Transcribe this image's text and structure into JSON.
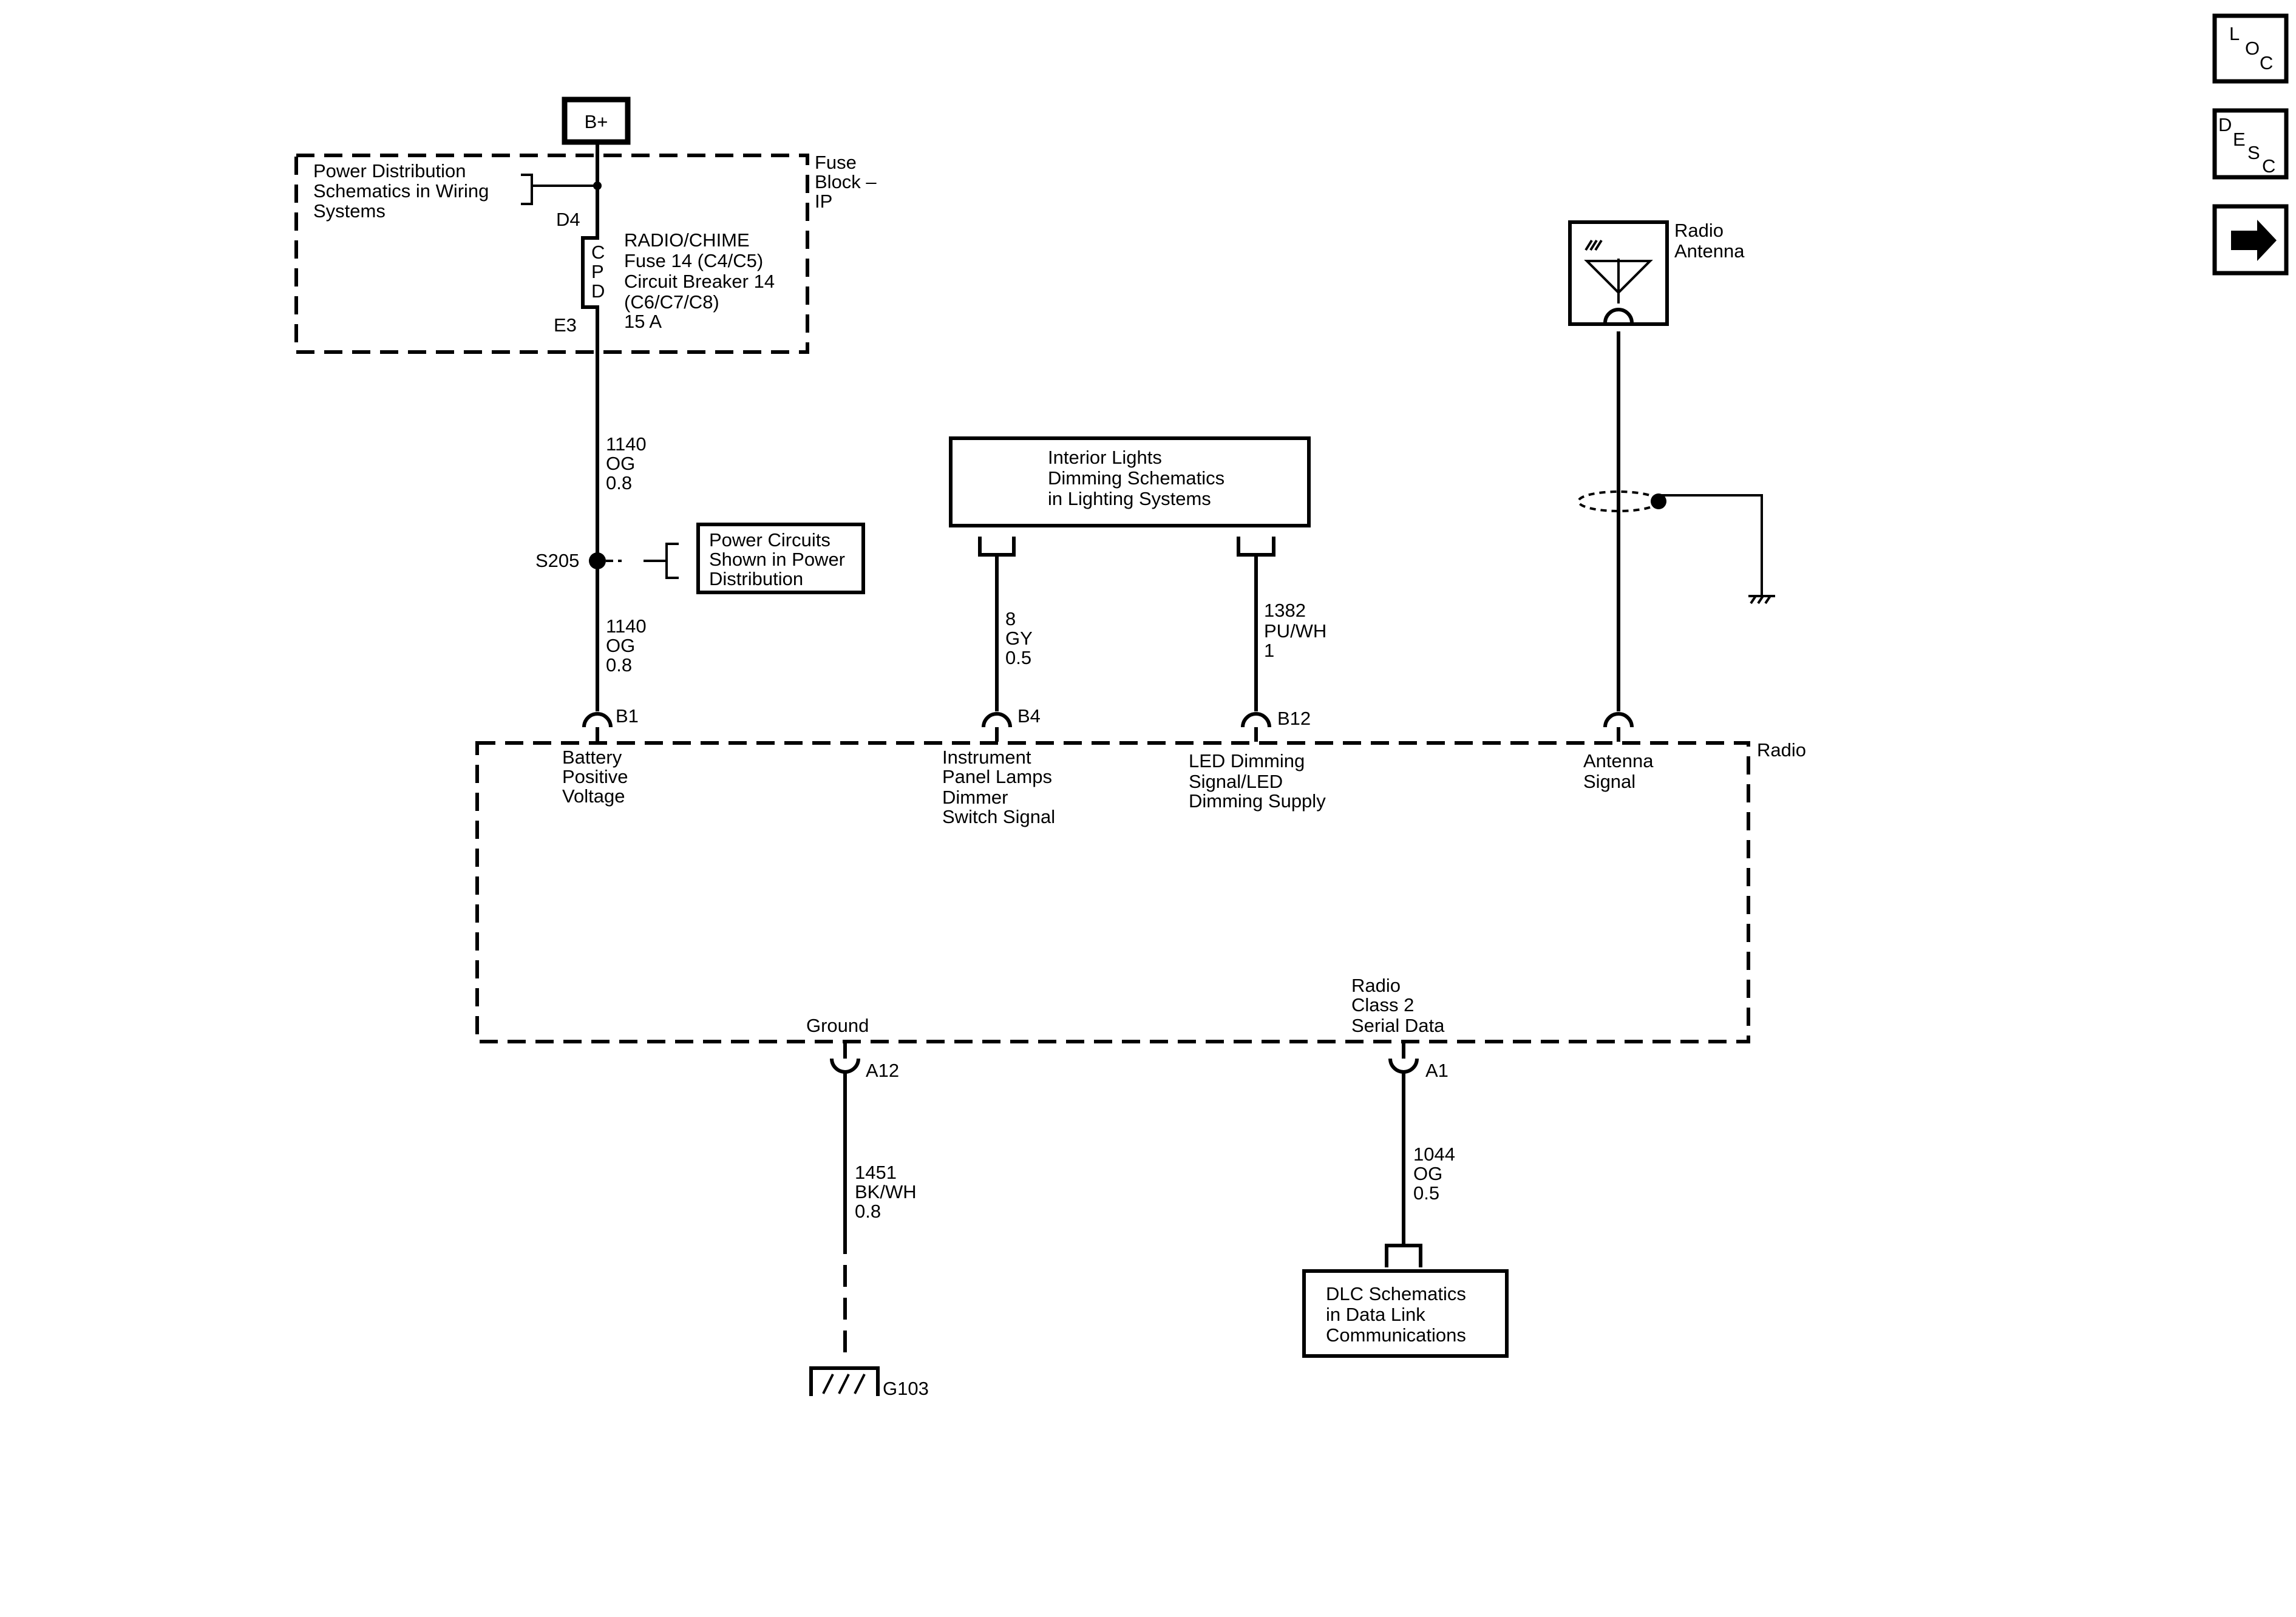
{
  "nav": {
    "loc": [
      "L",
      "O",
      "C"
    ],
    "desc": [
      "D",
      "E",
      "S",
      "C"
    ],
    "next_icon": "arrow-right-icon"
  },
  "power": {
    "bplus": "B+",
    "power_dist_ref": [
      "Power Distribution",
      "Schematics in Wiring",
      "Systems"
    ],
    "fuse_block": [
      "Fuse",
      "Block –",
      "IP"
    ],
    "pin_d4": "D4",
    "pin_e3": "E3",
    "cpd": [
      "C",
      "P",
      "D"
    ],
    "fuse_desc": [
      "RADIO/CHIME",
      "Fuse 14 (C4/C5)",
      "Circuit Breaker 14",
      "(C6/C7/C8)",
      "15 A"
    ]
  },
  "wires": {
    "w1140a": [
      "1140",
      "OG",
      "0.8"
    ],
    "w1140b": [
      "1140",
      "OG",
      "0.8"
    ],
    "w8": [
      "8",
      "GY",
      "0.5"
    ],
    "w1382": [
      "1382",
      "PU/WH",
      "1"
    ],
    "w1451": [
      "1451",
      "BK/WH",
      "0.8"
    ],
    "w1044": [
      "1044",
      "OG",
      "0.5"
    ]
  },
  "splice": {
    "name": "S205",
    "ref": [
      "Power Circuits",
      "Shown in Power",
      "Distribution"
    ]
  },
  "interior": [
    "Interior Lights",
    "Dimming Schematics",
    "in Lighting Systems"
  ],
  "antenna": {
    "title": [
      "Radio",
      "Antenna"
    ]
  },
  "radio": {
    "name": "Radio",
    "pins": {
      "b1": "B1",
      "b4": "B4",
      "b12": "B12",
      "a12": "A12",
      "a1": "A1"
    },
    "functions": {
      "battery": [
        "Battery",
        "Positive",
        "Voltage"
      ],
      "dimmer": [
        "Instrument",
        "Panel Lamps",
        "Dimmer",
        "Switch Signal"
      ],
      "led": [
        "LED Dimming",
        "Signal/LED",
        "Dimming Supply"
      ],
      "antenna": [
        "Antenna",
        "Signal"
      ],
      "ground": "Ground",
      "serial": [
        "Radio",
        "Class 2",
        "Serial Data"
      ]
    }
  },
  "dlc": [
    "DLC Schematics",
    "in Data Link",
    "Communications"
  ],
  "ground": {
    "name": "G103"
  }
}
